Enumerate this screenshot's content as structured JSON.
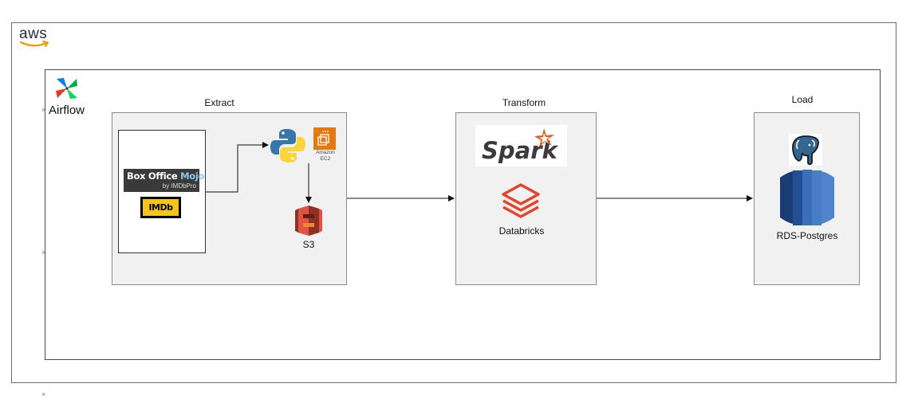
{
  "aws": {
    "logo_text": "aws",
    "colors": {
      "smile": "#f79400",
      "text": "#232f3e"
    }
  },
  "airflow": {
    "label": "Airflow",
    "icon": "airflow-pinwheel-icon"
  },
  "stages": {
    "extract": {
      "title": "Extract"
    },
    "transform": {
      "title": "Transform"
    },
    "load": {
      "title": "Load"
    }
  },
  "sources": {
    "box_office_mojo": {
      "line1a": "Box Office ",
      "line1b": "Mojo",
      "line2": "by IMDbPro"
    },
    "imdb": {
      "text": "IMDb"
    }
  },
  "nodes": {
    "python": {
      "icon": "python-icon"
    },
    "ec2": {
      "label_line1": "Amazon",
      "label_line2": "EC2",
      "icon": "ec2-icon"
    },
    "s3": {
      "label": "S3",
      "icon": "s3-bucket-icon"
    },
    "spark": {
      "text": "Spark",
      "icon": "spark-star-icon"
    },
    "databricks": {
      "label": "Databricks",
      "icon": "databricks-layers-icon"
    },
    "postgres": {
      "icon": "postgres-elephant-icon"
    },
    "rds": {
      "label": "RDS-Postgres",
      "icon": "rds-database-icon"
    }
  },
  "colors": {
    "frame": "#6b6b6b",
    "stage_bg": "#f1f1f1",
    "s3_red": "#c7362f",
    "databricks_red": "#e8412c",
    "spark_orange": "#e25a1c",
    "rds_blue": "#2d5fa8",
    "python_blue": "#3776ab",
    "python_yellow": "#ffd43b",
    "ec2_orange": "#e47911"
  }
}
